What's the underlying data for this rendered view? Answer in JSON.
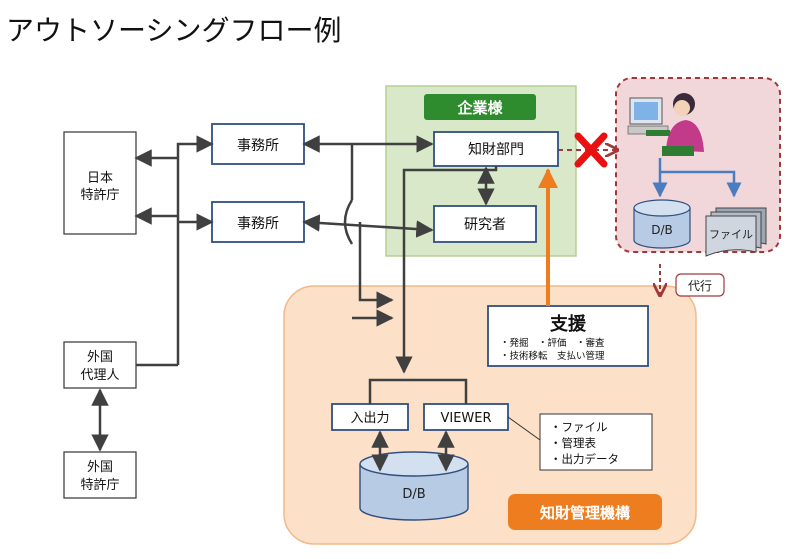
{
  "page": {
    "title": "アウトソーシングフロー例"
  },
  "regions": {
    "company": {
      "title": "企業様"
    },
    "ip_org": {
      "title": "知財管理機構"
    }
  },
  "nodes": {
    "jpo": {
      "line1": "日本",
      "line2": "特許庁"
    },
    "office1": {
      "label": "事務所"
    },
    "office2": {
      "label": "事務所"
    },
    "ip_dept": {
      "label": "知財部門"
    },
    "researcher": {
      "label": "研究者"
    },
    "foreign_agent": {
      "line1": "外国",
      "line2": "代理人"
    },
    "foreign_po": {
      "line1": "外国",
      "line2": "特許庁"
    },
    "support": {
      "title": "支援",
      "line1": "・発掘　・評価　・審査",
      "line2": "・技術移転　支払い管理"
    },
    "io": {
      "label": "入出力"
    },
    "viewer": {
      "label": "VIEWER"
    },
    "viewer_list": {
      "items": [
        "・ファイル",
        "・管理表",
        "・出力データ"
      ]
    },
    "db_main": {
      "label": "D/B"
    },
    "db_right": {
      "label": "D/B"
    },
    "files_right": {
      "label": "ファイル"
    },
    "agency": {
      "label": "代行"
    }
  },
  "colors": {
    "company_bg": "#d9e8c8",
    "company_border": "#b5cf96",
    "company_title_bg": "#2e8b2e",
    "ip_bg": "#fce0c8",
    "ip_border": "#f2b98a",
    "ip_title_bg": "#ee7d1f",
    "support_arrow": "#ee7d1f",
    "box_border": "#2f4f7f",
    "dashed_red": "#a0393a",
    "right_bg": "#f2d7da",
    "cylinder": "#b8cbe4",
    "blue_arrow": "#4a7cc0",
    "cross": "#e81010",
    "line": "#404040"
  }
}
